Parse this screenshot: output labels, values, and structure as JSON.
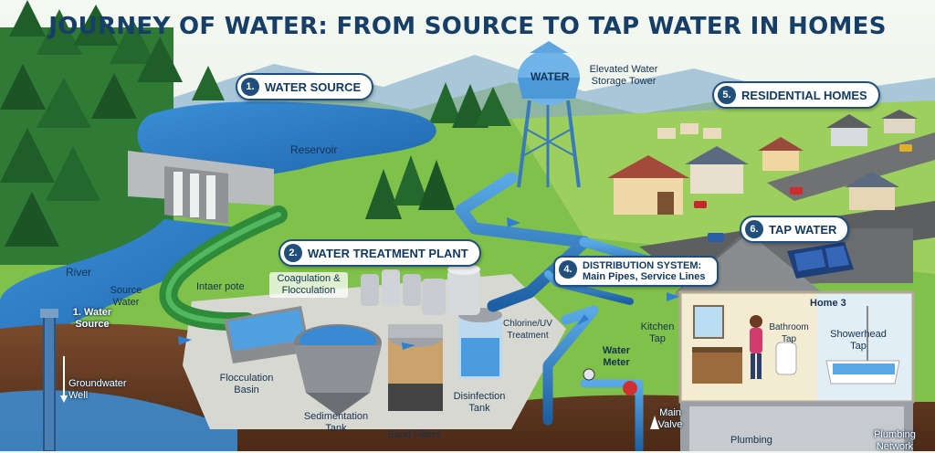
{
  "title": "JOURNEY OF WATER: FROM SOURCE TO TAP WATER IN HOMES",
  "stages": [
    {
      "num": "1.",
      "label": "WATER SOURCE"
    },
    {
      "num": "2.",
      "label": "WATER TREATMENT PLANT"
    },
    {
      "num": "4.",
      "label": "DISTRIBUTION SYSTEM:",
      "sub": "Main Pipes, Service Lines"
    },
    {
      "num": "5.",
      "label": "RESIDENTIAL HOMES"
    },
    {
      "num": "6.",
      "label": "TAP WATER"
    }
  ],
  "labels": {
    "reservoir": "Reservoir",
    "river": "River",
    "source_water": "Source Water",
    "water_source_small": "1. Water Source",
    "groundwater_well": "Groundwater Well",
    "intake_pipe": "Intaer pote",
    "coagulation": "Coagulation & Flocculation",
    "flocculation_basin": "Flocculation Basin",
    "sedimentation_tank": "Sedimentation Tank",
    "sand_filters": "Sand Filters",
    "disinfection_tank": "Disinfection Tank",
    "chlorine_uv": "Chlorine/UV Treatment",
    "tower_word": "WATER",
    "tower_caption": "Elevated Water Storage Tower",
    "water_meter": "Water Meter",
    "main_valve": "Main Valve",
    "home": "Home 3",
    "kitchen_tap": "Kitchen Tap",
    "bathroom_tap": "Bathroom Tap",
    "showerhead_tap": "Showerhead Tap",
    "plumbing_bottom": "Plumbing",
    "plumbing_network": "Plumbing Network"
  }
}
